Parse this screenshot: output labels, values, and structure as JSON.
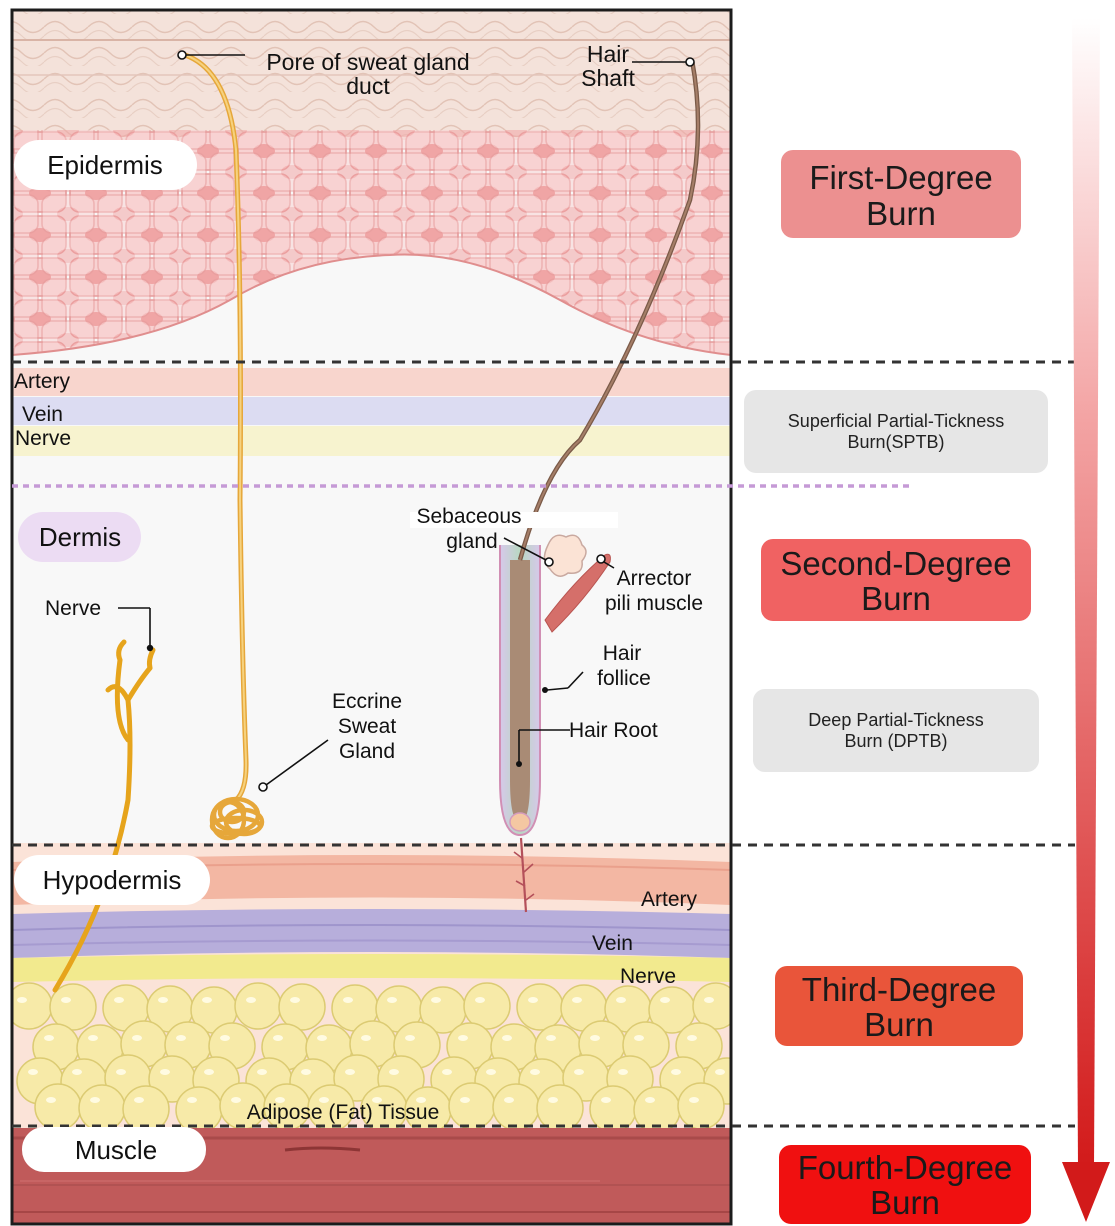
{
  "layers": {
    "epidermis": "Epidermis",
    "dermis": "Dermis",
    "hypodermis": "Hypodermis",
    "muscle": "Muscle"
  },
  "labels": {
    "pore_line1": "Pore of sweat gland",
    "pore_line2": "duct",
    "hair_shaft_line1": "Hair",
    "hair_shaft_line2": "Shaft",
    "artery_top": "Artery",
    "vein_top": "Vein",
    "nerve_top": "Nerve",
    "sebaceous_line1": "Sebaceous",
    "sebaceous_line2": "gland",
    "arrector_line1": "Arrector",
    "arrector_line2": "pili muscle",
    "nerve_dermis": "Nerve",
    "hair_follicle_line1": "Hair",
    "hair_follicle_line2": "follice",
    "eccrine_line1": "Eccrine",
    "eccrine_line2": "Sweat",
    "eccrine_line3": "Gland",
    "hair_root": "Hair Root",
    "artery_hypo": "Artery",
    "vein_hypo": "Vein",
    "nerve_hypo": "Nerve",
    "adipose": "Adipose (Fat) Tissue"
  },
  "burns": {
    "first_line1": "First-Degree",
    "first_line2": "Burn",
    "sptb_line1": "Superficial Partial-Tickness",
    "sptb_line2": "Burn(SPTB)",
    "second_line1": "Second-Degree",
    "second_line2": "Burn",
    "dptb_line1": "Deep Partial-Tickness",
    "dptb_line2": "Burn (DPTB)",
    "third_line1": "Third-Degree",
    "third_line2": "Burn",
    "fourth_line1": "Fourth-Degree",
    "fourth_line2": "Burn"
  },
  "colors": {
    "first_burn": "#ec9090",
    "second_burn": "#f06262",
    "third_burn": "#e9553a",
    "fourth_burn": "#f01010",
    "partial_burn": "#e6e6e6",
    "epidermis": "#f6c6c6",
    "dermis": "#f7f7f7",
    "muscle": "#c05a5a",
    "fat": "#f7eaa8",
    "arrow_top": "#ffffff",
    "arrow_bottom": "#d21a1a"
  }
}
